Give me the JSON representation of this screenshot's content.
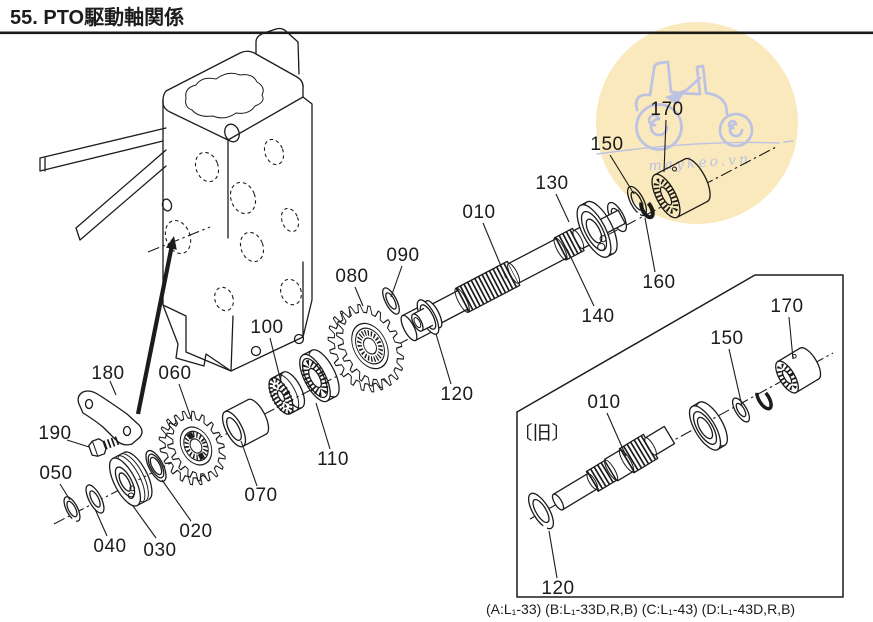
{
  "page": {
    "title": "55. PTO駆動軸関係",
    "caption": "(A:L₁-33) (B:L₁-33D,R,B) (C:L₁-43) (D:L₁-43D,R,B)"
  },
  "watermark": {
    "site": "maykeo.vn"
  },
  "colors": {
    "line": "#1c1c1c",
    "paper": "#ffffff",
    "wm-fill": "#fae9bc",
    "wm-line": "#bdc2e2"
  },
  "labels": {
    "p010": "010",
    "p020": "020",
    "p030": "030",
    "p040": "040",
    "p050": "050",
    "p060": "060",
    "p070": "070",
    "p080": "080",
    "p090": "090",
    "p100": "100",
    "p110": "110",
    "p120": "120",
    "p130": "130",
    "p140": "140",
    "p150": "150",
    "p160": "160",
    "p170": "170",
    "p180": "180",
    "p190": "190"
  },
  "inset": {
    "tag": "〔旧〕",
    "labels": {
      "p010": "010",
      "p120": "120",
      "p150": "150",
      "p170": "170"
    }
  }
}
